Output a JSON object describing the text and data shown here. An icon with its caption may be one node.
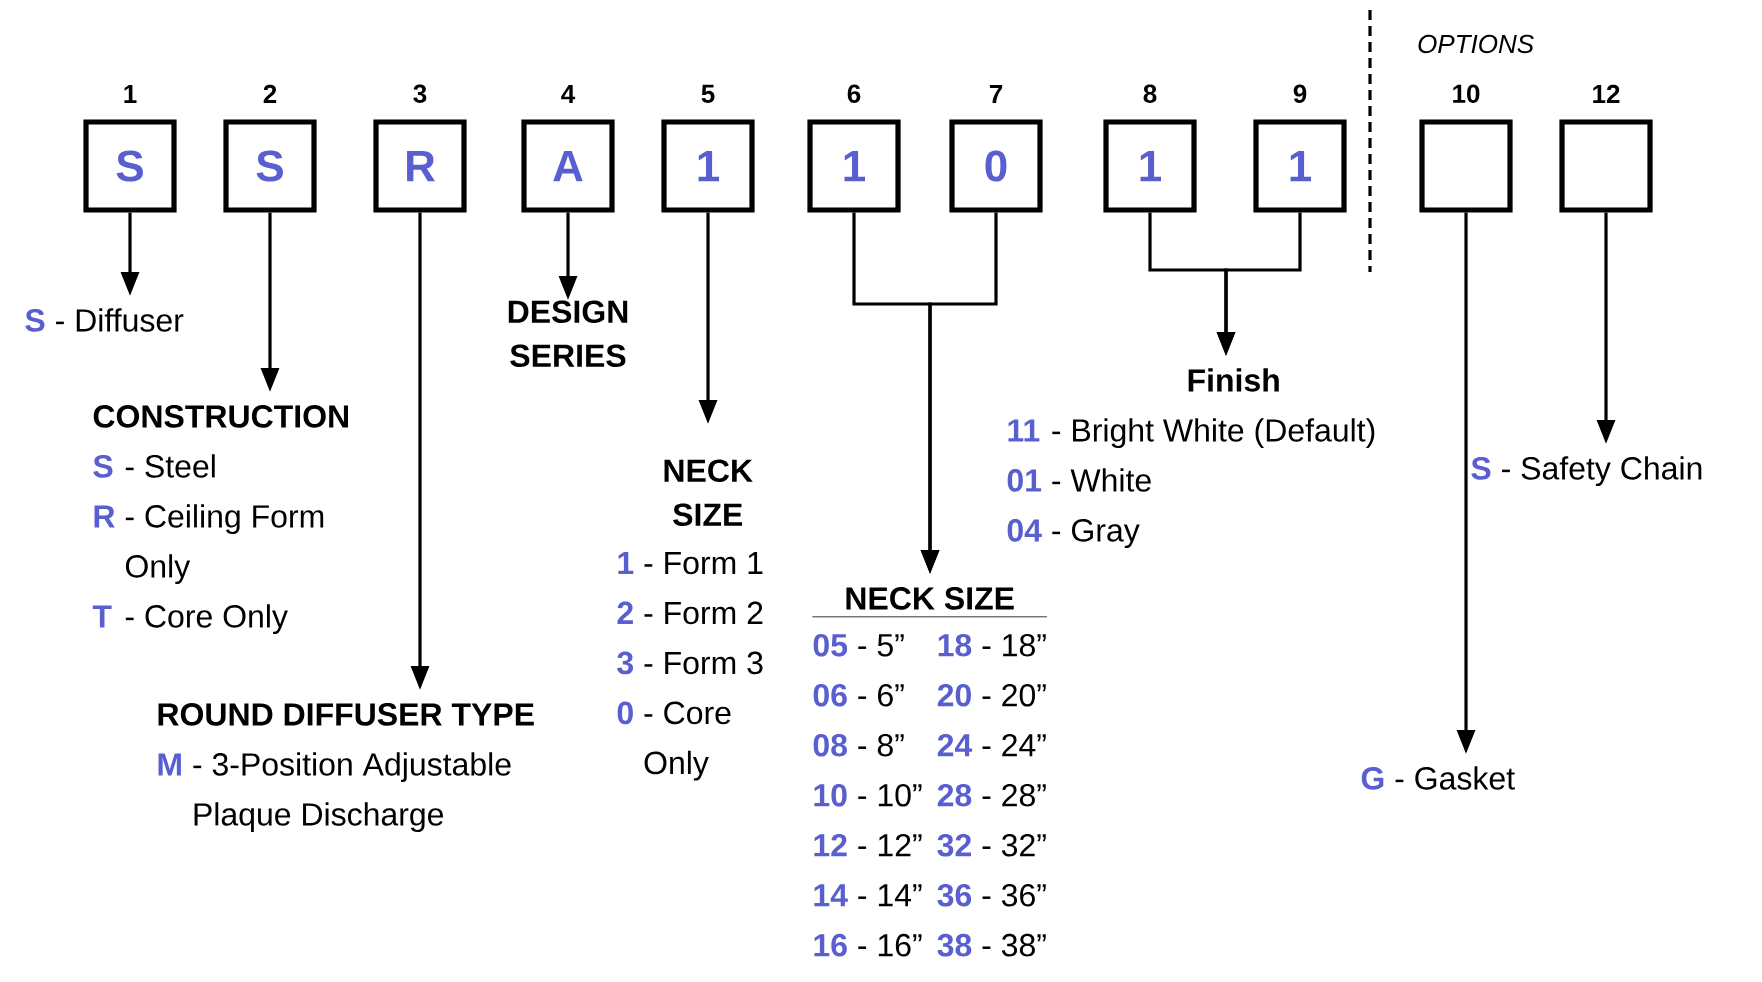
{
  "diagram": {
    "nodes": [
      {
        "text": [
          "S"
        ],
        "beside": [
          "1"
        ]
      },
      {
        "text": [
          "S"
        ],
        "beside": [
          "2"
        ]
      },
      {
        "text": [
          "R"
        ],
        "beside": [
          "3"
        ]
      },
      {
        "text": [
          "A"
        ],
        "beside": [
          "4"
        ]
      },
      {
        "text": [
          "1"
        ],
        "beside": [
          "5"
        ]
      },
      {
        "text": [
          "1"
        ],
        "beside": [
          "6"
        ]
      },
      {
        "text": [
          "0"
        ],
        "beside": [
          "7"
        ]
      },
      {
        "text": [
          "1"
        ],
        "beside": [
          "8"
        ]
      },
      {
        "text": [
          "1"
        ],
        "beside": [
          "9"
        ]
      },
      {
        "text": [],
        "shape": "box",
        "beside": [
          "10"
        ]
      },
      {
        "text": [],
        "shape": "box",
        "beside": [
          "12"
        ]
      },
      {
        "text": [
          "S",
          "- Diffuser"
        ]
      },
      {
        "text": [
          "DESIGN SERIES"
        ]
      },
      {
        "text": [
          "CONSTRUCTION",
          "S",
          "- Steel",
          "R",
          "- Ceiling Form Only",
          "T",
          "- Core Only"
        ]
      },
      {
        "text": [
          "Finish",
          "11",
          "- Bright White (Default)",
          "01",
          "- White",
          "04",
          "- Gray"
        ]
      },
      {
        "text": [
          "S",
          "- Safety Chain"
        ]
      },
      {
        "text": [
          "NECK SIZE",
          "1",
          "- Form 1",
          "2",
          "- Form 2",
          "3",
          "- Form 3",
          "0",
          "- Core Only"
        ]
      },
      {
        "text": [
          "NECK SIZE",
          "05",
          "- 5”",
          "18",
          "- 18”",
          "06",
          "- 6”",
          "20",
          "- 20”",
          "08",
          "- 8”",
          "24",
          "- 24”",
          "10",
          "- 10”",
          "28",
          "- 28”",
          "12",
          "- 12”",
          "32",
          "- 32”",
          "14",
          "- 14”",
          "36",
          "- 36”",
          "16",
          "- 16”",
          "38",
          "- 38”"
        ]
      },
      {
        "text": [
          "ROUND DIFFUSER TYPE",
          "M",
          "- 3-Position Adjustable Plaque Discharge"
        ]
      },
      {
        "text": [
          "G",
          "- Gasket"
        ]
      }
    ],
    "edges": [
      {
        "from": 0,
        "to": 11,
        "arrow": "to"
      },
      {
        "from": 1,
        "to": 13,
        "arrow": "to"
      },
      {
        "from": 2,
        "to": 18,
        "arrow": "to"
      },
      {
        "from": 3,
        "to": 12,
        "arrow": "to"
      },
      {
        "from": 4,
        "to": 16,
        "arrow": "to"
      },
      {
        "from": 5,
        "to": 17,
        "arrow": "to"
      },
      {
        "from": 6,
        "to": 17,
        "arrow": "to"
      },
      {
        "from": 7,
        "to": 14,
        "arrow": "to"
      },
      {
        "from": 8,
        "to": 14,
        "arrow": "to"
      },
      {
        "from": 9,
        "to": 19,
        "arrow": "to"
      },
      {
        "from": 10,
        "to": 15,
        "arrow": "to"
      }
    ],
    "labels": [
      "OPTIONS"
    ]
  }
}
